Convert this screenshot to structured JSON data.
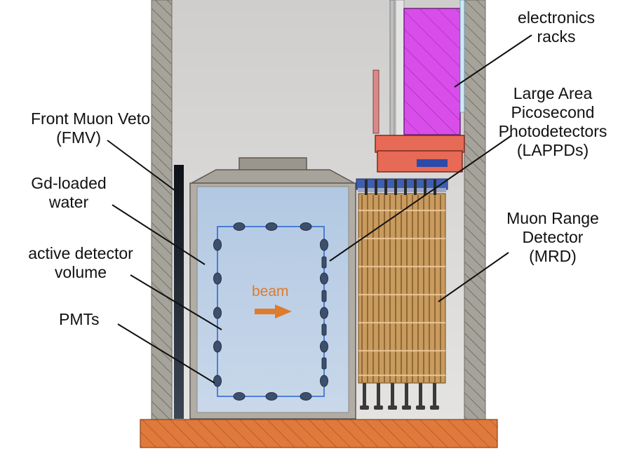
{
  "labels": {
    "fmv": [
      "Front Muon Veto",
      "(FMV)"
    ],
    "gd_water": [
      "Gd-loaded",
      "water"
    ],
    "active_volume": [
      "active detector",
      "volume"
    ],
    "pmts": "PMTs",
    "electronics": [
      "electronics",
      "racks"
    ],
    "lappd": [
      "Large Area",
      "Picosecond",
      "Photodetectors",
      "(LAPPDs)"
    ],
    "mrd": [
      "Muon Range",
      "Detector",
      "(MRD)"
    ],
    "beam": "beam"
  },
  "colors": {
    "hall_wall": "#a6a39b",
    "hall_interior": "#d6d5d2",
    "floor": "#e07a3c",
    "tank_shell": "#b2ada4",
    "water": "#b5cbe3",
    "pmt": "#3d4f6b",
    "active_outline": "#2f6ad0",
    "beam_arrow": "#e07a2c",
    "electronics_rack": "#d94dea",
    "lappd_plate": "#e66a55",
    "mrd_panels": "#c89b5e",
    "fmv": "#1e2733"
  }
}
